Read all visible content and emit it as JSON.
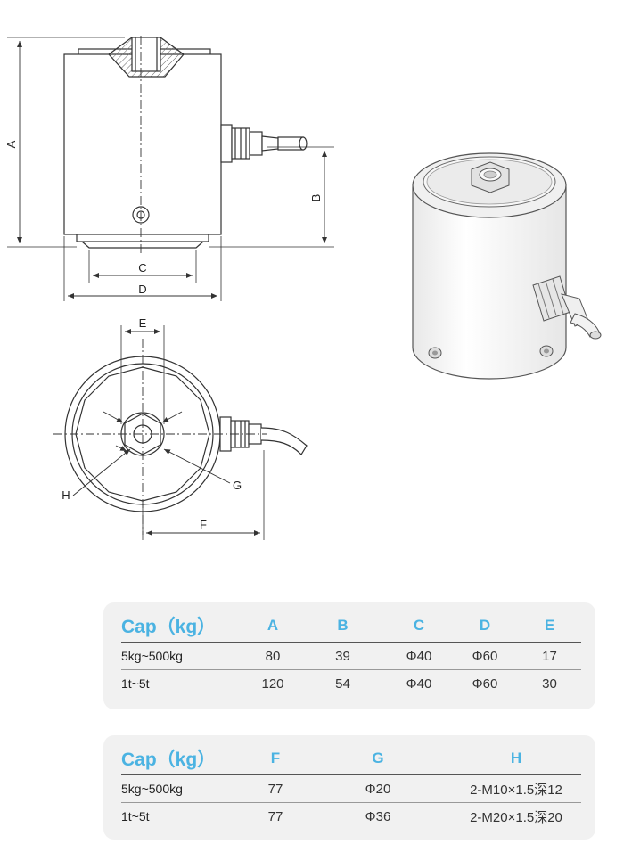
{
  "drawing": {
    "dimension_labels": {
      "A": "A",
      "B": "B",
      "C": "C",
      "D": "D",
      "E": "E",
      "F": "F",
      "G": "G",
      "H": "H"
    }
  },
  "table1": {
    "headers": [
      "Cap（kg）",
      "A",
      "B",
      "C",
      "D",
      "E"
    ],
    "rows": [
      [
        "5kg~500kg",
        "80",
        "39",
        "Φ40",
        "Φ60",
        "17"
      ],
      [
        "1t~5t",
        "120",
        "54",
        "Φ40",
        "Φ60",
        "30"
      ]
    ]
  },
  "table2": {
    "headers": [
      "Cap（kg）",
      "F",
      "G",
      "H"
    ],
    "rows": [
      [
        "5kg~500kg",
        "77",
        "Φ20",
        "2-M10×1.5深12"
      ],
      [
        "1t~5t",
        "77",
        "Φ36",
        "2-M20×1.5深20"
      ]
    ]
  },
  "colors": {
    "header_accent": "#4bb3e2",
    "card_background": "#f1f1f1",
    "line": "#333333"
  }
}
